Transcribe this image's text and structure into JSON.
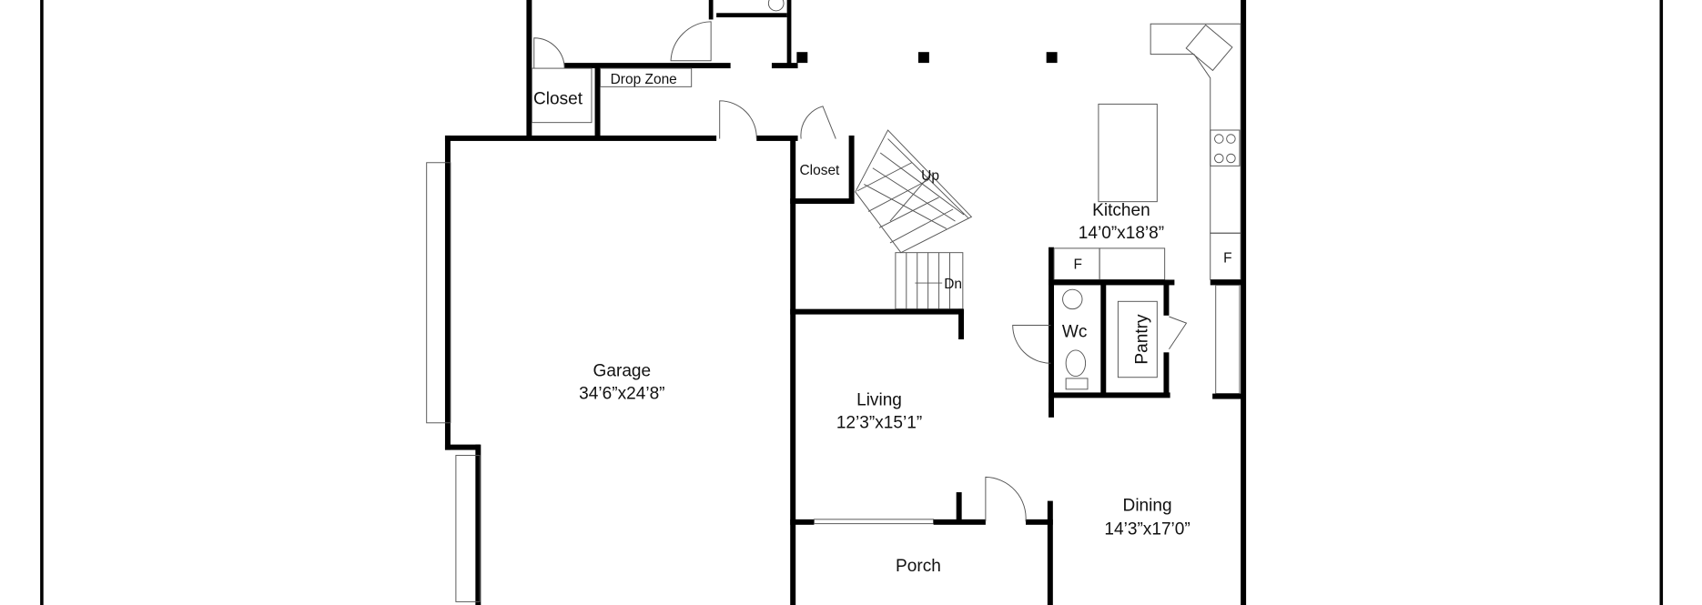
{
  "rooms": {
    "garage": {
      "name": "Garage",
      "size": "34’6”x24’8”"
    },
    "living": {
      "name": "Living",
      "size": "12’3”x15’1”"
    },
    "kitchen": {
      "name": "Kitchen",
      "size": "14’0”x18’8”"
    },
    "dining": {
      "name": "Dining",
      "size": "14’3”x17’0”"
    },
    "porch": {
      "name": "Porch"
    },
    "closet_left": {
      "name": "Closet"
    },
    "closet_stair": {
      "name": "Closet"
    },
    "drop_zone": {
      "name": "Drop Zone"
    },
    "wc": {
      "name": "Wc"
    },
    "pantry": {
      "name": "Pantry"
    }
  },
  "stairs": {
    "up": "Up",
    "down": "Dn"
  },
  "fixtures": {
    "fridge_left": "F",
    "fridge_right": "F"
  }
}
